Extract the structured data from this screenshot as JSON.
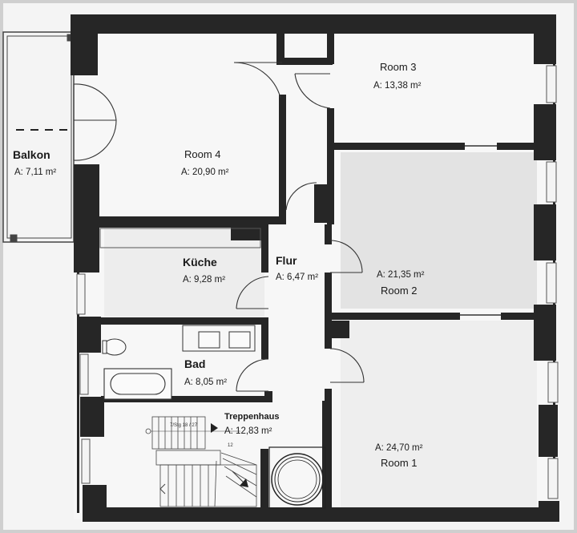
{
  "rooms": {
    "balkon": {
      "name": "Balkon",
      "area": "A: 7,11 m²"
    },
    "room4": {
      "name": "Room 4",
      "area": "A: 20,90 m²"
    },
    "room3": {
      "name": "Room 3",
      "area": "A: 13,38 m²"
    },
    "kueche": {
      "name": "Küche",
      "area": "A: 9,28 m²"
    },
    "flur": {
      "name": "Flur",
      "area": "A: 6,47 m²"
    },
    "room2": {
      "name": "Room 2",
      "area": "A: 21,35 m²"
    },
    "bad": {
      "name": "Bad",
      "area": "A: 8,05 m²"
    },
    "treppenhaus": {
      "name": "Treppenhaus",
      "area": "A: 12,83 m²"
    },
    "room1": {
      "name": "Room 1",
      "area": "A: 24,70 m²"
    }
  },
  "stairs": {
    "annotation": "7/Stg 18 / 27",
    "step_number": "12"
  },
  "colors": {
    "paper": "#f4f4f4",
    "wall": "#262626",
    "backdrop": "#cfcfcf"
  }
}
